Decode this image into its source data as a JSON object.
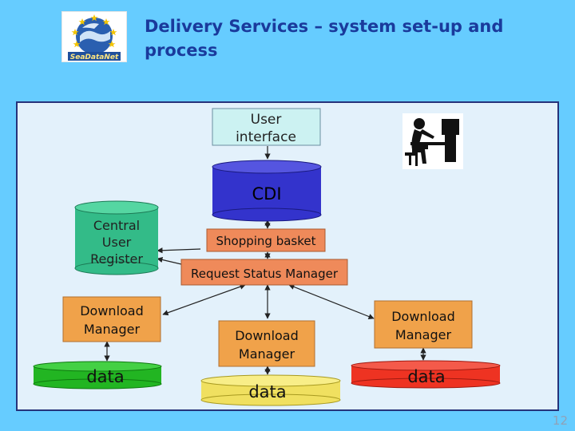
{
  "slide": {
    "title": "Delivery Services – system set-up and process",
    "page_number": "12"
  },
  "logo": {
    "text": "SeaDataNet"
  },
  "diagram": {
    "user_interface": [
      "User",
      "interface"
    ],
    "cdi": "CDI",
    "central_register": [
      "Central",
      "User",
      "Register"
    ],
    "shopping_basket": "Shopping basket",
    "request_status_manager": "Request Status Manager",
    "download_manager_left": [
      "Download",
      "Manager"
    ],
    "download_manager_center": [
      "Download",
      "Manager"
    ],
    "download_manager_right": [
      "Download",
      "Manager"
    ],
    "data_left": "data",
    "data_center": "data",
    "data_right": "data"
  },
  "colors": {
    "background": "#66ccff",
    "panel": "#e3f1fb",
    "title": "#1a3a9c",
    "cdi": "#3333cc",
    "central_register": "#33bb88",
    "user_interface": "#ccf2f2",
    "orange_box": "#f0a24a",
    "request_manager": "#ef8a5a",
    "data_green": "#22b522",
    "data_yellow": "#f0e060",
    "data_red": "#ee3322"
  }
}
